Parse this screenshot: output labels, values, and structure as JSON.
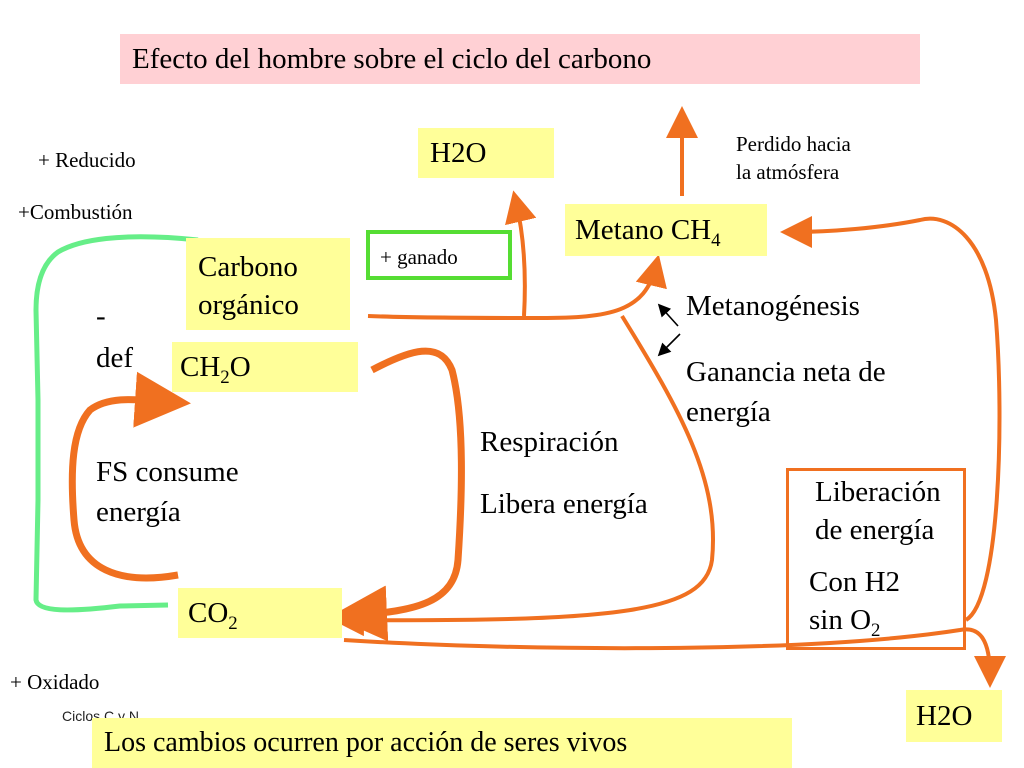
{
  "title": "Efecto del hombre sobre el ciclo del carbono",
  "labels": {
    "reducido": "+ Reducido",
    "combustion": "+Combustión",
    "oxidado": "+ Oxidado",
    "def_dash": "-",
    "def": "def",
    "ganado": "+ ganado",
    "perdido_1": "Perdido hacia",
    "perdido_2": "la atmósfera",
    "metanogenesis": "Metanogénesis",
    "ganancia_1": "Ganancia neta de",
    "ganancia_2": "energía",
    "respiracion": "Respiración",
    "libera": "Libera energía",
    "fs_1": "FS consume",
    "fs_2": "energía",
    "liberacion_1": "Liberación",
    "liberacion_2": "de energía",
    "conh2": "Con H2",
    "sin_o2": "sin O",
    "sin_o2_sub": "2",
    "footer_small": "Ciclos C y N"
  },
  "boxes": {
    "h2o_top": "H2O",
    "metano": "Metano CH",
    "metano_sub": "4",
    "carbono_1": "Carbono",
    "carbono_2": "orgánico",
    "ch2o": "CH",
    "ch2o_sub": "2",
    "ch2o_end": "O",
    "co2": "CO",
    "co2_sub": "2",
    "h2o_bottom": "H2O"
  },
  "footer": "Los cambios ocurren por acción de seres vivos",
  "colors": {
    "title_bg": "#ffd0d4",
    "box_bg": "#ffff99",
    "orange": "#f07020",
    "green": "#66ee88",
    "green_box": "#55dd33"
  }
}
